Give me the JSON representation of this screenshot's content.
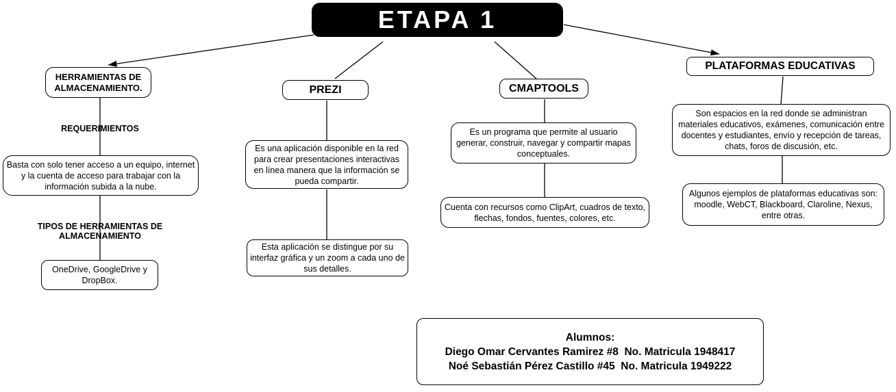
{
  "diagram": {
    "title": "ETAPA 1",
    "nodes": {
      "storage": {
        "heading": "HERRAMIENTAS DE ALMACENAMIENTO.",
        "requirements_label": "REQUERIMIENTOS",
        "description": "Basta con solo tener acceso a un equipo, internet y la cuenta de acceso para trabajar con la información subida a la nube.",
        "types_label": "TIPOS DE HERRAMIENTAS DE ALMACENAMIENTO",
        "examples": "OneDrive, GoogleDrive y DropBox."
      },
      "prezi": {
        "heading": "PREZI",
        "description": "Es una aplicación disponible en la red para crear presentaciones interactivas en línea manera que la información se pueda compartir.",
        "feature": "Esta aplicación se distingue por su interfaz gráfica y un zoom a cada uno de sus detalles."
      },
      "cmaptools": {
        "heading": "CMAPTOOLS",
        "description": "Es un programa que permite al usuario generar, construir, navegar y compartir mapas conceptuales.",
        "resources": "Cuenta con recursos como ClipArt, cuadros de texto, flechas, fondos, fuentes, colores, etc."
      },
      "platforms": {
        "heading": "PLATAFORMAS EDUCATIVAS",
        "description": "Son espacios en la red donde se administran materiales educativos, exámenes, comunicación entre docentes y estudiantes, envío y recepción de tareas, chats, foros de discusión, etc.",
        "examples": "Algunos ejemplos de plataformas educativas son: moodle, WebCT, Blackboard, Claroline, Nexus, entre otras."
      }
    },
    "credits": {
      "heading": "Alumnos:",
      "line1": "Diego Omar Cervantes Ramirez #8  No. Matricula 1948417",
      "line2": "Noé Sebastián Pérez Castillo #45  No. Matricula 1949222"
    },
    "colors": {
      "background": "#ffffff",
      "node_fill": "#ffffff",
      "node_border": "#000000",
      "title_fill": "#000000",
      "title_text": "#ffffff",
      "connector": "#000000"
    }
  }
}
